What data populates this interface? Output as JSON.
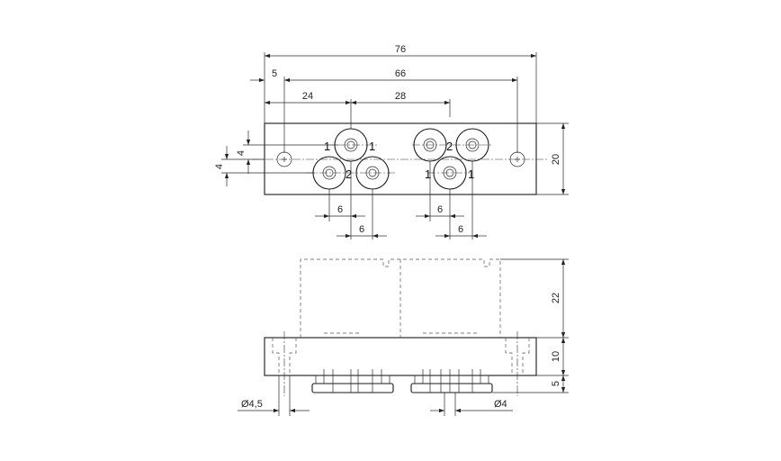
{
  "top_view": {
    "dimensions": {
      "overall_length": "76",
      "hole_span": "66",
      "edge_offset": "5",
      "to_first_port": "24",
      "port_group_spacing": "28",
      "height": "20",
      "center_offset_a": "4",
      "center_offset_b": "4",
      "left_spacing_upper": "6",
      "left_spacing_lower": "6",
      "right_spacing_upper": "6",
      "right_spacing_lower": "6"
    },
    "port_labels": {
      "left_upper_left": "1",
      "left_upper_right": "1",
      "left_lower": "2",
      "right_upper": "2",
      "right_lower_left": "1",
      "right_lower_right": "1"
    }
  },
  "side_view": {
    "dimensions": {
      "valve_height": "22",
      "base_height": "10",
      "fitting_height": "5",
      "hole_diameter": "Ø4,5",
      "port_diameter": "Ø4"
    }
  }
}
